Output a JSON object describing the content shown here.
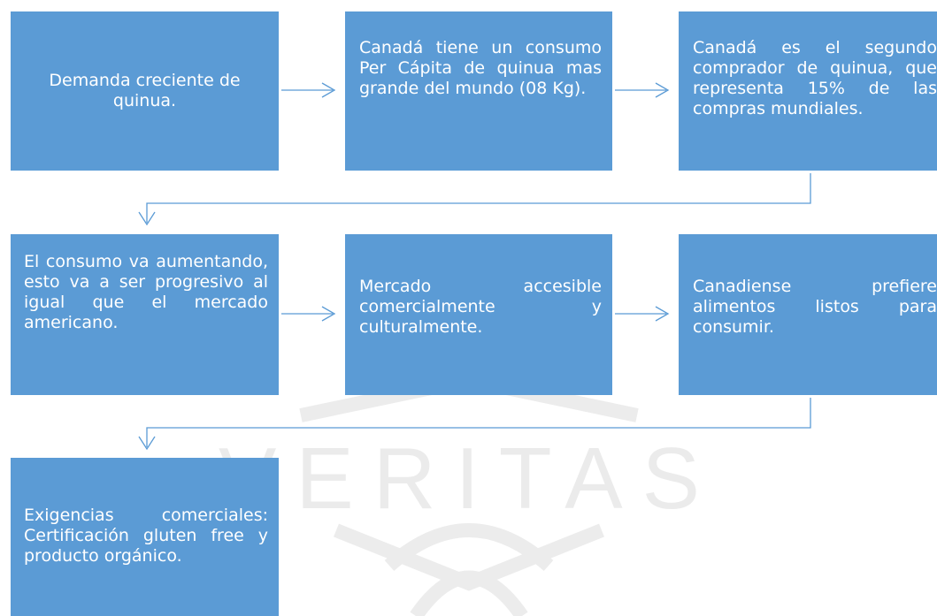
{
  "watermark": {
    "text": "VERITAS",
    "color": "#ebebeb"
  },
  "colors": {
    "box_fill": "#5b9bd5",
    "box_text": "#ffffff",
    "connector": "#5b9bd5"
  },
  "steps": [
    {
      "text": "Demanda creciente de quinua."
    },
    {
      "text": "Canadá tiene un consumo Per Cápita de quinua mas grande del mundo (08 Kg)."
    },
    {
      "text": "Canadá es el segundo comprador de quinua, que representa 15% de las compras mundiales."
    },
    {
      "text": "El consumo va aumentando, esto va a ser progresivo al igual que el mercado americano."
    },
    {
      "text": "Mercado accesible comercialmente y culturalmente."
    },
    {
      "text": "Canadiense prefiere alimentos listos para consumir."
    },
    {
      "text": "Exigencias comerciales: Certificación gluten free y producto orgánico."
    }
  ]
}
